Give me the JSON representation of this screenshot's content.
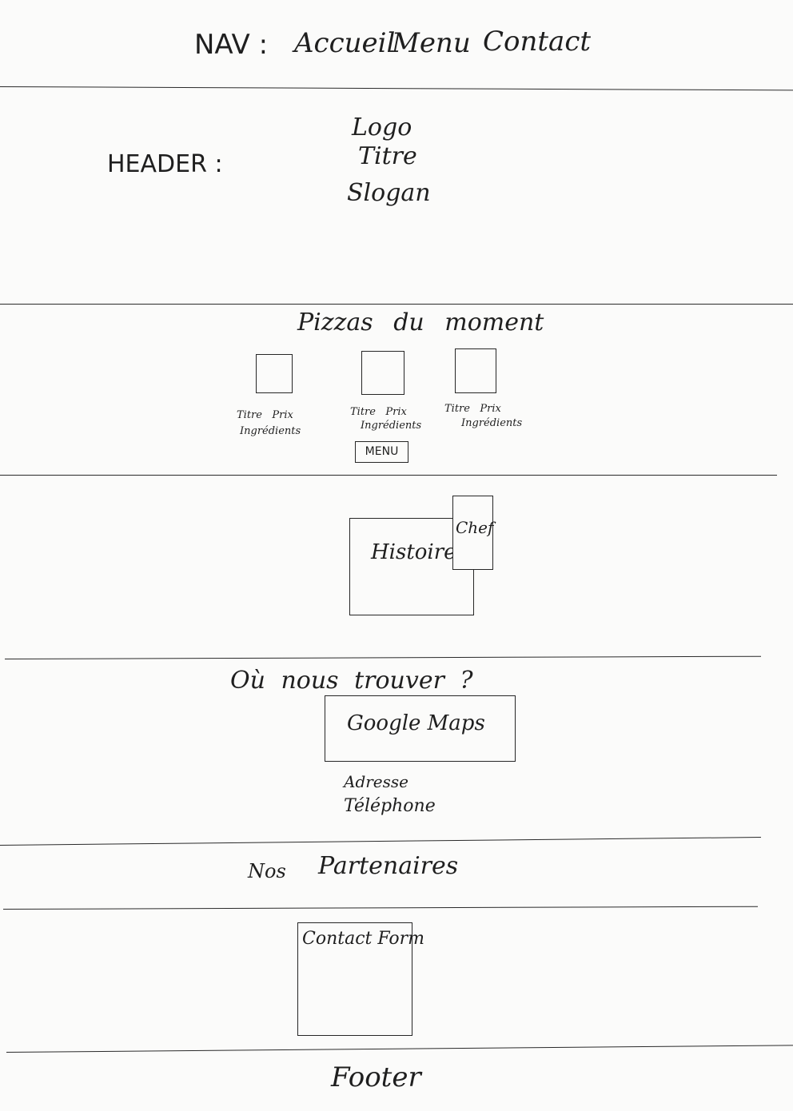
{
  "nav": {
    "label": "NAV :",
    "items": [
      "Accueil",
      "Menu",
      "Contact"
    ]
  },
  "header": {
    "label": "HEADER :",
    "lines": [
      "Logo",
      "Titre",
      "Slogan"
    ]
  },
  "pizzas": {
    "title": "Pizzas du moment",
    "cards": [
      {
        "line1": "Titre   Prix",
        "line2": "Ingrédients"
      },
      {
        "line1": "Titre   Prix",
        "line2": "Ingrédients"
      },
      {
        "line1": "Titre   Prix",
        "line2": "Ingrédients"
      }
    ],
    "menu_button": "MENU"
  },
  "about": {
    "history": "Histoire",
    "chef": "Chef"
  },
  "location": {
    "title": "Où nous trouver ?",
    "map": "Google Maps",
    "address": "Adresse",
    "phone": "Téléphone"
  },
  "partners": {
    "word1": "Nos",
    "word2": "Partenaires"
  },
  "contact": {
    "form": "Contact Form"
  },
  "footer": {
    "label": "Footer"
  }
}
